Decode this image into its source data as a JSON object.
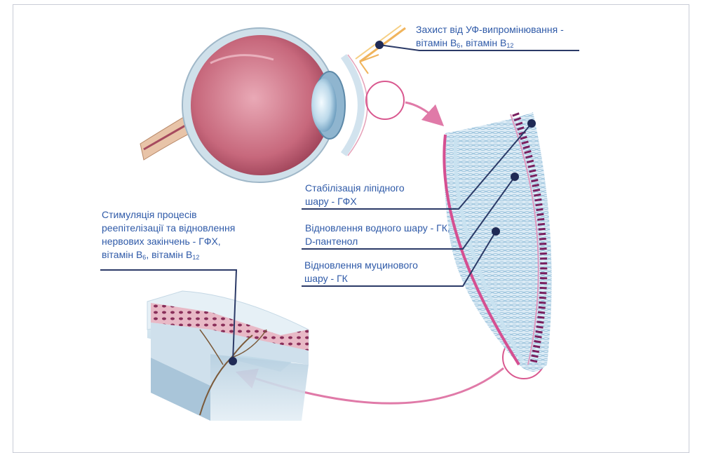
{
  "labels": {
    "uv_line1": "Захист від УФ-випромінювання -",
    "uv_line2_prefix": "вітамін В",
    "uv_sub1": "6",
    "uv_mid": ", вітамін В",
    "uv_sub2": "12",
    "lipid_line1": "Стабілізація ліпідного",
    "lipid_line2": "шару - ГФХ",
    "water_line1": "Відновлення водного шару - ГК,",
    "water_line2": "D-пантенол",
    "mucin_line1": "Відновлення муцинового",
    "mucin_line2": "шару - ГК",
    "nerve_line1": "Стимуляція процесів",
    "nerve_line2": "реепітелізації та відновлення",
    "nerve_line3": "нервових закінчень - ГФХ,",
    "nerve_line4_prefix": "вітамін В",
    "nerve_sub1": "6",
    "nerve_mid": ", вітамін В",
    "nerve_sub2": "12"
  },
  "colors": {
    "label_text": "#2f5aa8",
    "leader_line": "#2b3a67",
    "arrow": "#e07aa8",
    "eye_pink": "#c96a7c",
    "cornea_blue": "#cfe3f0",
    "tear_dots": "#7a2060"
  }
}
